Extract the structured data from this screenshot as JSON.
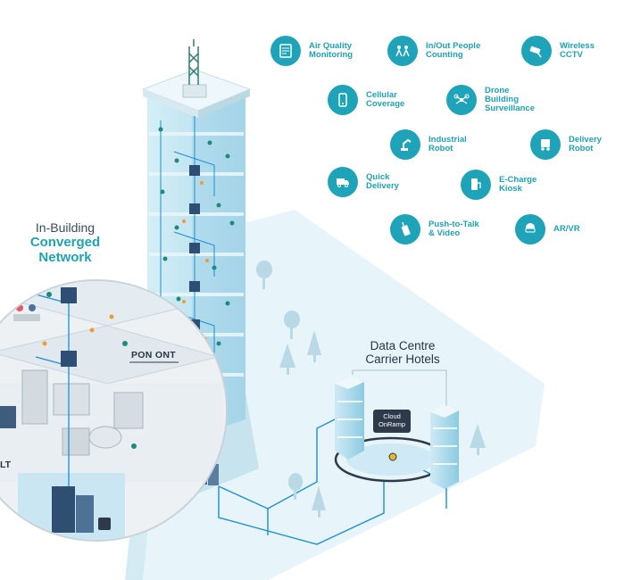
{
  "services": [
    {
      "id": "air-quality",
      "label": "Air Quality\nMonitoring",
      "icon": "air-quality-icon"
    },
    {
      "id": "people-counting",
      "label": "In/Out People\nCounting",
      "icon": "people-counting-icon"
    },
    {
      "id": "cctv",
      "label": "Wireless\nCCTV",
      "icon": "cctv-camera-icon"
    },
    {
      "id": "cellular",
      "label": "Cellular\nCoverage",
      "icon": "cellular-coverage-icon"
    },
    {
      "id": "drone",
      "label": "Drone\nBuilding\nSurveillance",
      "icon": "drone-icon"
    },
    {
      "id": "industrial-robot",
      "label": "Industrial\nRobot",
      "icon": "robot-arm-icon"
    },
    {
      "id": "delivery-robot",
      "label": "Delivery\nRobot",
      "icon": "delivery-robot-icon"
    },
    {
      "id": "quick-delivery",
      "label": "Quick\nDelivery",
      "icon": "delivery-truck-icon"
    },
    {
      "id": "echarge",
      "label": "E-Charge\nKiosk",
      "icon": "ev-charger-icon"
    },
    {
      "id": "ptt",
      "label": "Push-to-Talk\n& Video",
      "icon": "walkie-talkie-icon"
    },
    {
      "id": "arvr",
      "label": "AR/VR",
      "icon": "vr-headset-icon"
    }
  ],
  "in_building": {
    "line1": "In-Building",
    "line2": "Converged",
    "line3": "Network"
  },
  "data_centre": {
    "line1": "Data Centre",
    "line2": "Carrier Hotels"
  },
  "labels": {
    "pon_ont": "PON ONT",
    "olt": "LT",
    "cloud_line1": "Cloud",
    "cloud_line2": "OnRamp"
  },
  "colors": {
    "accent": "#1fa3b8",
    "dark": "#2d3a4a",
    "ground": "#e6f4f8",
    "fiber": "#1a8fd6"
  }
}
